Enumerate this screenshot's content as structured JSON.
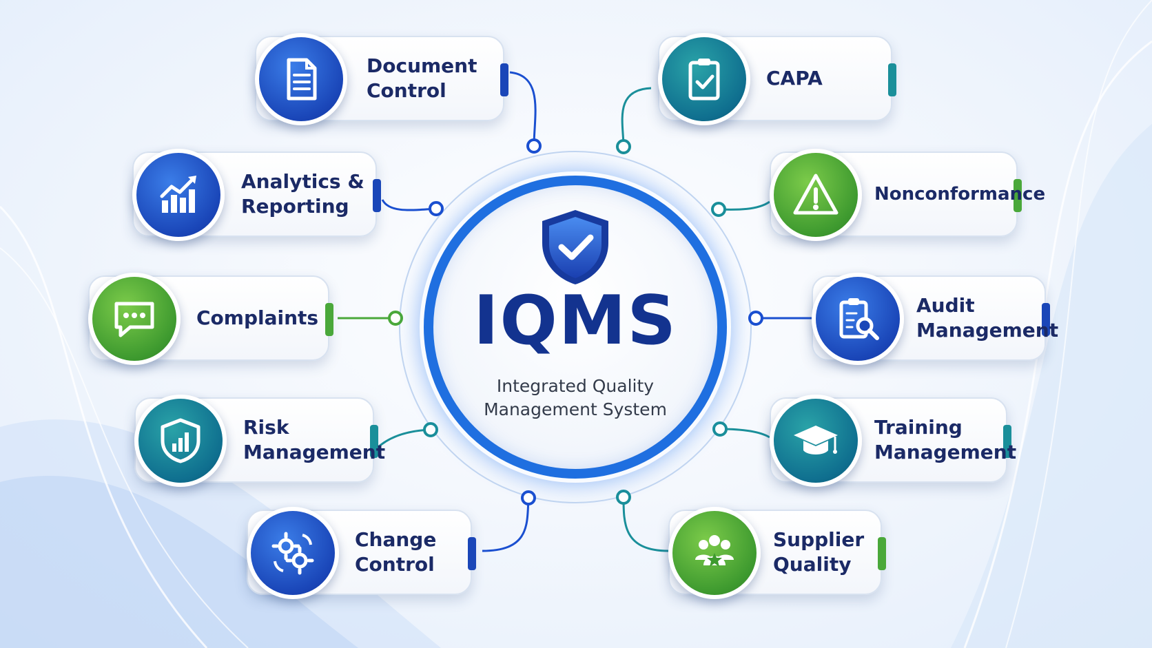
{
  "hub": {
    "title": "IQMS",
    "subtitle_line1": "Integrated Quality",
    "subtitle_line2": "Management System",
    "icon": "shield-check-icon"
  },
  "modules": [
    {
      "id": "document-control",
      "line1": "Document",
      "line2": "Control",
      "icon": "document-icon",
      "color": "#1a46b8"
    },
    {
      "id": "analytics-reporting",
      "line1": "Analytics &",
      "line2": "Reporting",
      "icon": "bar-chart-up-icon",
      "color": "#1a46b8"
    },
    {
      "id": "complaints",
      "line1": "Complaints",
      "line2": "",
      "icon": "speech-bubble-icon",
      "color": "#4aa83a"
    },
    {
      "id": "risk-management",
      "line1": "Risk",
      "line2": "Management",
      "icon": "shield-chart-icon",
      "color": "#0f6f8f"
    },
    {
      "id": "change-control",
      "line1": "Change",
      "line2": "Control",
      "icon": "gears-icon",
      "color": "#1a46b8"
    },
    {
      "id": "capa",
      "line1": "CAPA",
      "line2": "",
      "icon": "clipboard-check-icon",
      "color": "#0f6f8f"
    },
    {
      "id": "nonconformance",
      "line1": "Nonconformance",
      "line2": "",
      "icon": "warning-icon",
      "color": "#4aa83a"
    },
    {
      "id": "audit-management",
      "line1": "Audit",
      "line2": "Management",
      "icon": "clipboard-search-icon",
      "color": "#1a46b8"
    },
    {
      "id": "training-management",
      "line1": "Training",
      "line2": "Management",
      "icon": "graduation-cap-icon",
      "color": "#0f6f8f"
    },
    {
      "id": "supplier-quality",
      "line1": "Supplier",
      "line2": "Quality",
      "icon": "people-star-icon",
      "color": "#4aa83a"
    }
  ]
}
